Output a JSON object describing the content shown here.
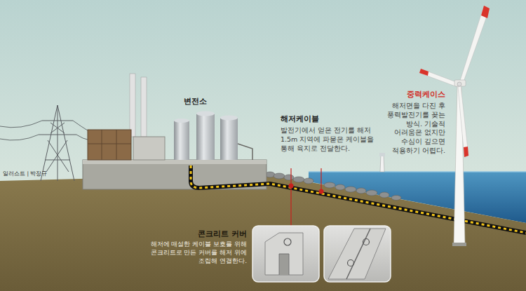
{
  "diagram": {
    "labels": [
      "변전소",
      "해저케이블",
      "발전기에서 얻은 전기를 해저 1.5m 지역에 파묻은 케이블을 통해 육지로 전달한다.",
      "중력케이스",
      "해저면을 다진 후 풍력발전기를 꽂는 방식. 기술적 어려움은 없지만 수심이 깊으면 적용하기 어렵다.",
      "콘크리트 커버",
      "해저에 매설한 케이블 보호를 위해 콘크리트로 만든 커버를 해저 위에 조립해 연결한다.",
      "일러스트 | 박장규"
    ]
  }
}
